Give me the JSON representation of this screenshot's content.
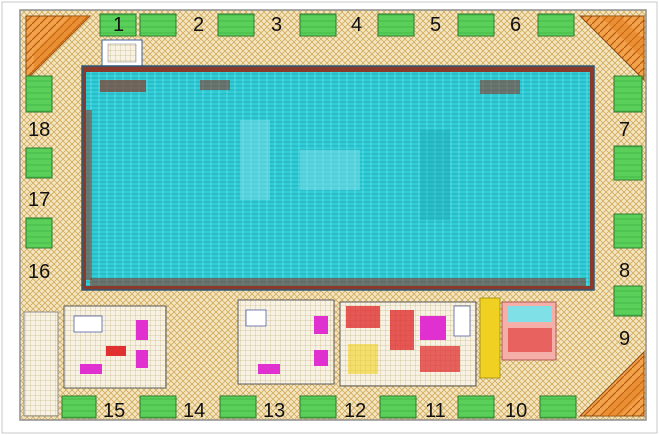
{
  "figure": {
    "colors": {
      "background": "#ffffff",
      "die_frame": "#9aa0a6",
      "pad_green": "#5ad05a",
      "pad_dark_green": "#2e9a3a",
      "core_cyan": "#26c9d2",
      "core_dark": "#8a3a2a",
      "esd_orange": "#e07a1a",
      "block_magenta": "#e030d0",
      "block_red": "#e03030",
      "block_yellow": "#f0d020",
      "routing_gold": "#d8b870"
    },
    "pad_labels": [
      "1",
      "2",
      "3",
      "4",
      "5",
      "6",
      "7",
      "8",
      "9",
      "10",
      "11",
      "12",
      "13",
      "14",
      "15",
      "16",
      "17",
      "18"
    ]
  }
}
